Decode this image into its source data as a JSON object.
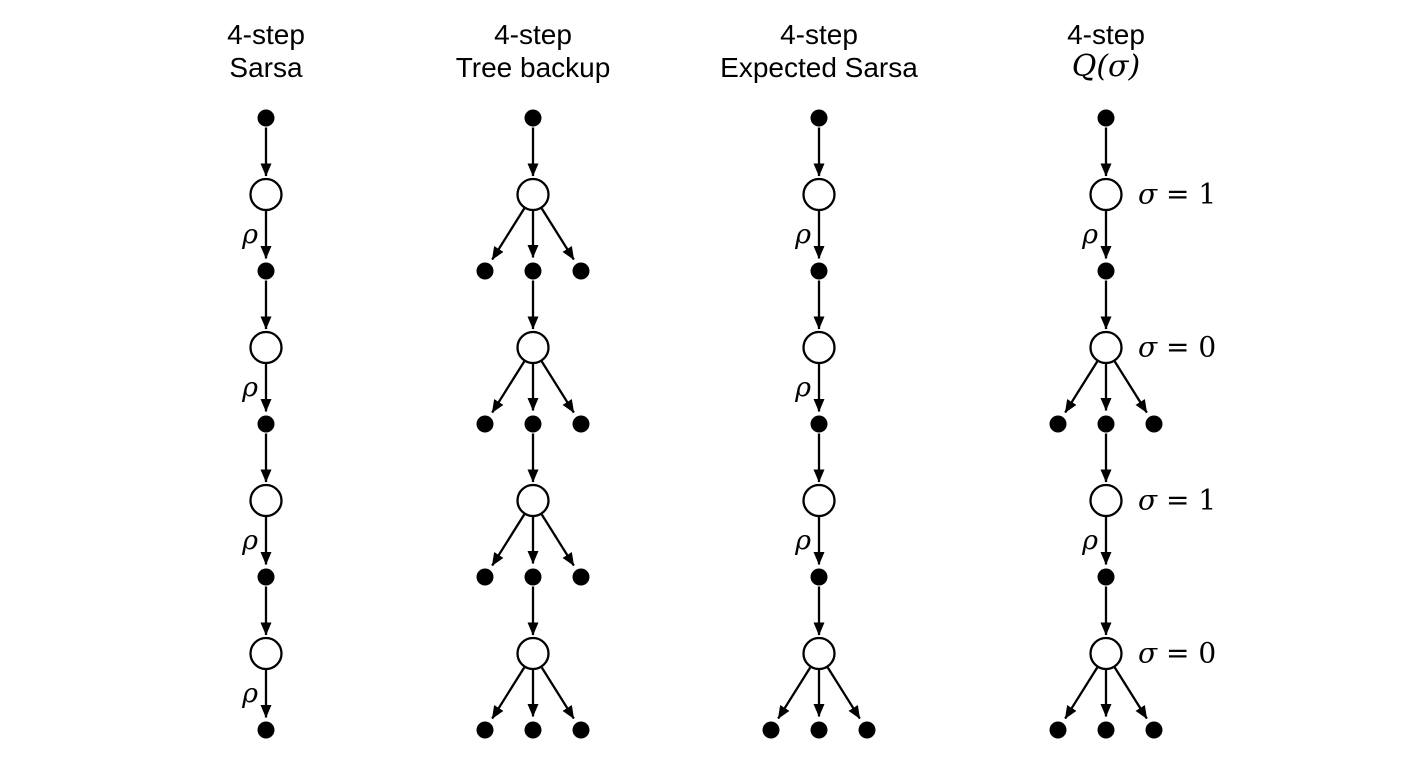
{
  "colors": {
    "ink": "#000000",
    "background": "#ffffff"
  },
  "columns": [
    {
      "id": "sarsa",
      "title1": "4-step",
      "title2": "Sarsa",
      "title2_math": false,
      "units": [
        {
          "kind": "sample",
          "rho": "ρ"
        },
        {
          "kind": "sample",
          "rho": "ρ"
        },
        {
          "kind": "sample",
          "rho": "ρ"
        },
        {
          "kind": "sample",
          "rho": "ρ"
        }
      ]
    },
    {
      "id": "tree-backup",
      "title1": "4-step",
      "title2": "Tree backup",
      "title2_math": false,
      "units": [
        {
          "kind": "fan"
        },
        {
          "kind": "fan"
        },
        {
          "kind": "fan"
        },
        {
          "kind": "fan"
        }
      ]
    },
    {
      "id": "expected-sarsa",
      "title1": "4-step",
      "title2": "Expected Sarsa",
      "title2_math": false,
      "units": [
        {
          "kind": "sample",
          "rho": "ρ"
        },
        {
          "kind": "sample",
          "rho": "ρ"
        },
        {
          "kind": "sample",
          "rho": "ρ"
        },
        {
          "kind": "fan"
        }
      ]
    },
    {
      "id": "q-sigma",
      "title1": "4-step",
      "title2": "Q(σ)",
      "title2_math": true,
      "units": [
        {
          "kind": "sample",
          "rho": "ρ",
          "sigma": "σ = 1"
        },
        {
          "kind": "fan",
          "sigma": "σ = 0"
        },
        {
          "kind": "sample",
          "rho": "ρ",
          "sigma": "σ = 1"
        },
        {
          "kind": "fan",
          "sigma": "σ = 0"
        }
      ]
    }
  ]
}
